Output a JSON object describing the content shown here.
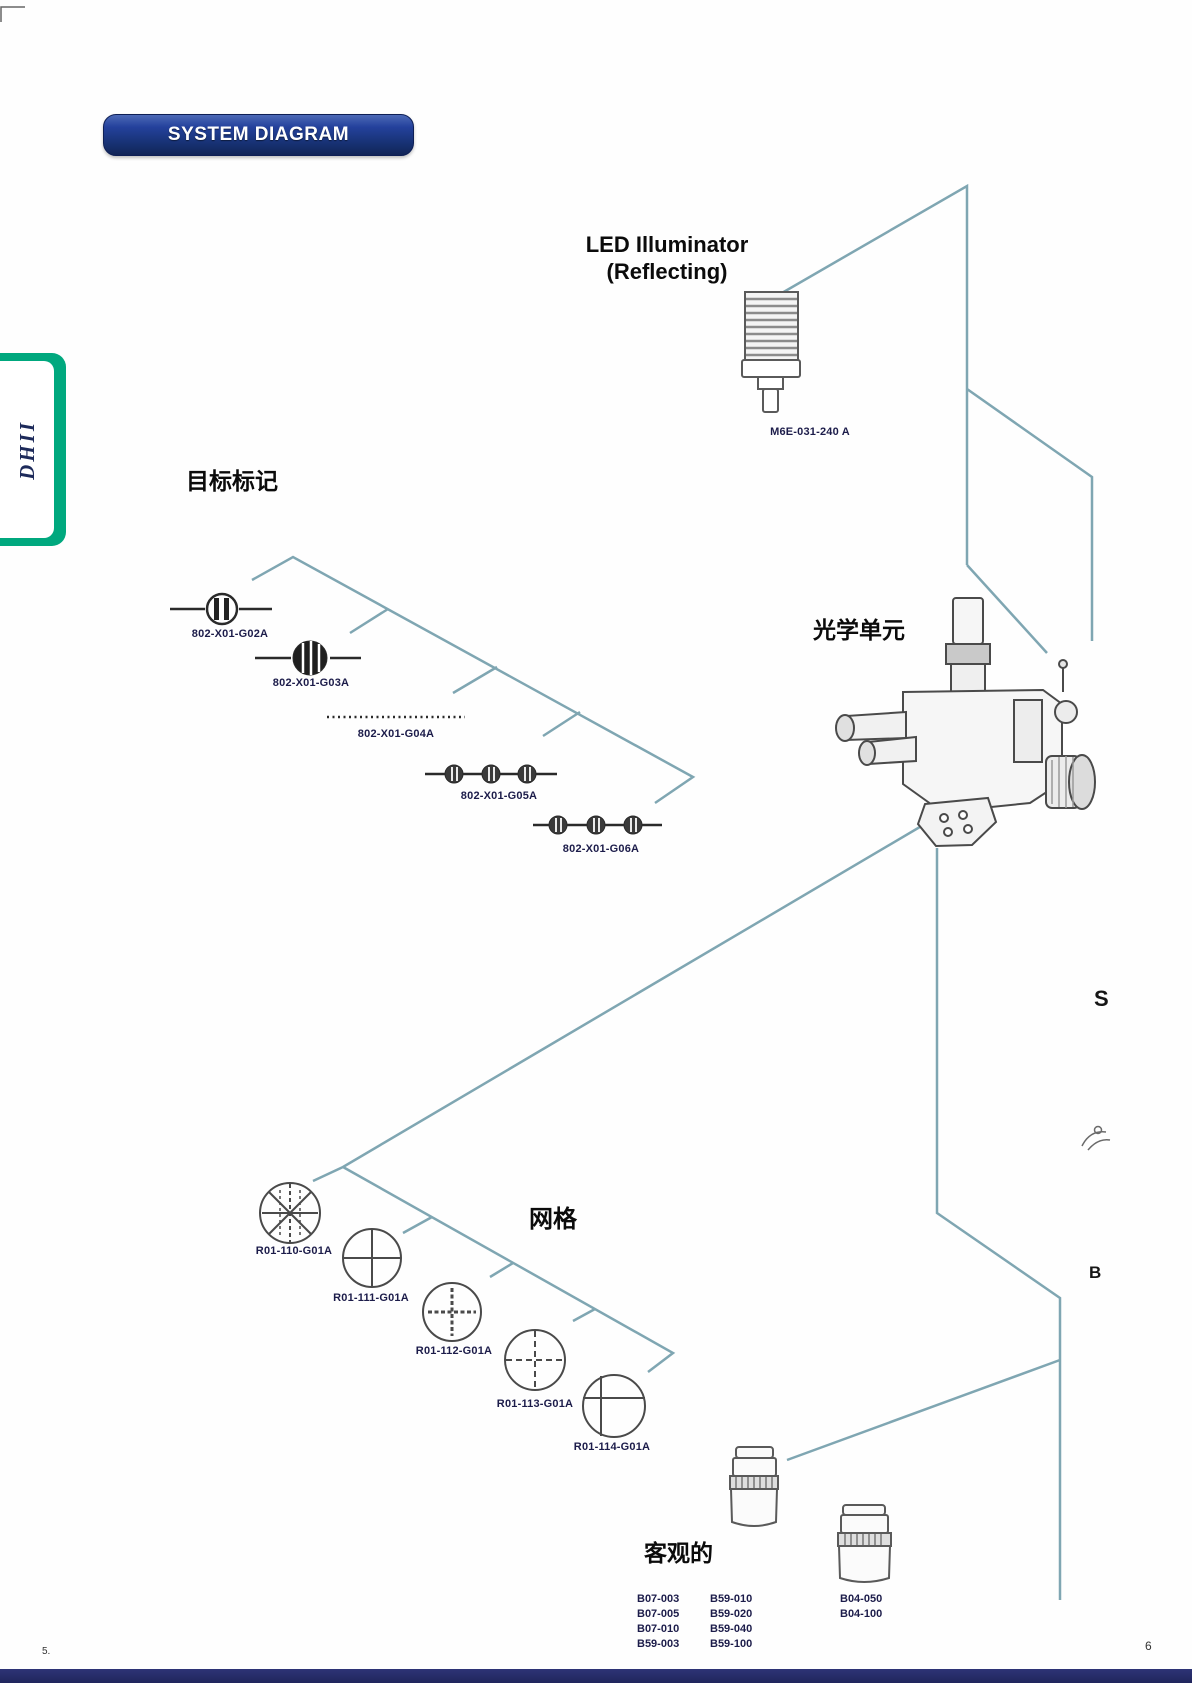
{
  "header": {
    "badge": "SYSTEM DIAGRAM"
  },
  "side_tab": {
    "label": "DHII"
  },
  "led_illuminator": {
    "title1": "LED Illuminator",
    "title2": "(Reflecting)",
    "part": "M6E-031-240 A"
  },
  "target_marks": {
    "title": "目标标记",
    "parts": [
      "802-X01-G02A",
      "802-X01-G03A",
      "802-X01-G04A",
      "802-X01-G05A",
      "802-X01-G06A"
    ]
  },
  "optical_unit": {
    "title": "光学单元"
  },
  "grid": {
    "title": "网格",
    "parts": [
      "R01-110-G01A",
      "R01-111-G01A",
      "R01-112-G01A",
      "R01-113-G01A",
      "R01-114-G01A"
    ]
  },
  "objectives": {
    "title": "客观的",
    "col1": [
      "B07-003",
      "B07-005",
      "B07-010",
      "B59-003"
    ],
    "col2": [
      "B59-010",
      "B59-020",
      "B59-040",
      "B59-100"
    ],
    "col3": [
      "B04-050",
      "B04-100"
    ]
  },
  "edge_fragments": {
    "top": "S",
    "bottom": "B"
  },
  "footer": {
    "page_left": "5.",
    "page_right": "6"
  },
  "colors": {
    "connector": "#7fa6b2",
    "tab_green": "#00a87e",
    "badge_blue": "#1d3a8e",
    "footer_bar": "#262b66",
    "line_art": "#4a4a4a"
  }
}
